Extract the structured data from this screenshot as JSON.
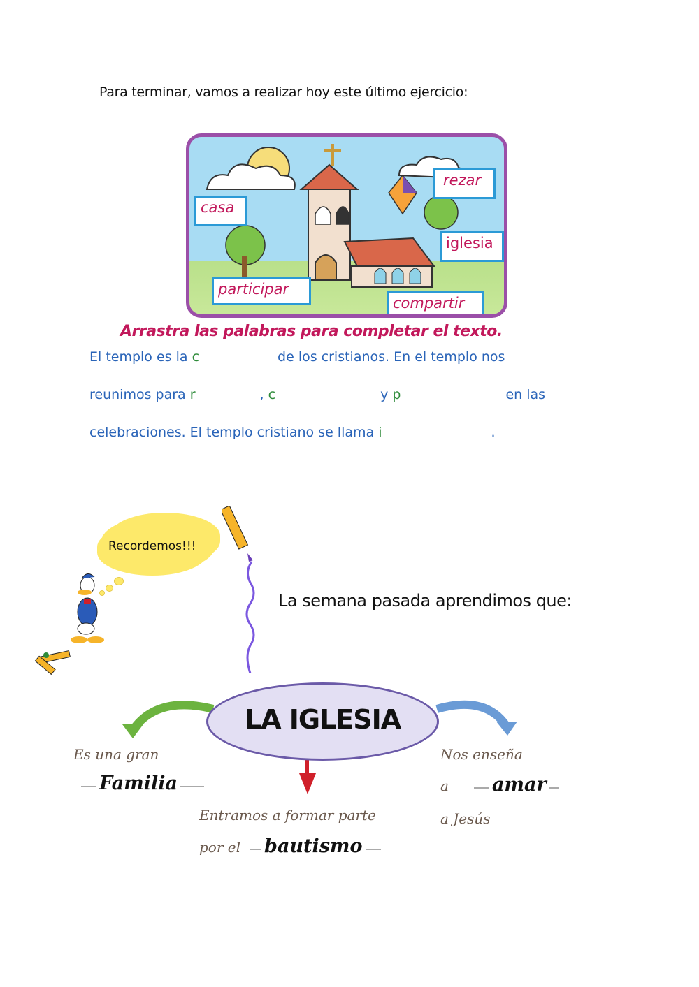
{
  "intro": "Para terminar, vamos a realizar hoy este último ejercicio:",
  "scene": {
    "words": [
      {
        "id": "casa",
        "label": "casa"
      },
      {
        "id": "rezar",
        "label": "rezar"
      },
      {
        "id": "iglesia",
        "label": "iglesia"
      },
      {
        "id": "participar",
        "label": "participar"
      },
      {
        "id": "compartir",
        "label": "compartir"
      }
    ]
  },
  "instruction": "Arrastra las palabras para completar el texto.",
  "fill_text": {
    "line1": {
      "a": "El templo es la ",
      "hint1": "c",
      "b": "de los cristianos.  En el templo nos"
    },
    "line2": {
      "a": "reunimos para ",
      "hint1": "r",
      "b": ", ",
      "hint2": "c",
      "c": "y ",
      "hint3": "p",
      "d": "en las"
    },
    "line3": {
      "a": "celebraciones. El templo cristiano se llama ",
      "hint1": "i",
      "b": "."
    }
  },
  "bubble": "Recordemos!!!",
  "recap_heading": "La semana pasada aprendimos que:",
  "concept_map": {
    "center": "LA IGLESIA",
    "left": {
      "line1": "Es una gran",
      "answer": "Familia"
    },
    "bottom": {
      "line1": "Entramos a formar parte",
      "line2_prefix": "por el",
      "answer": "bautismo"
    },
    "right": {
      "line1": "Nos enseña",
      "line2_prefix": "a",
      "answer": "amar",
      "line3": "a Jesús"
    }
  },
  "colors": {
    "frame": "#9b4fa8",
    "chip_border": "#2b9ad6",
    "chip_text": "#c2185b",
    "body_blue": "#2a64b8",
    "hint_green": "#2e8b3a",
    "arrow_green": "#6cb33f",
    "arrow_blue": "#6a9bd6",
    "arrow_red": "#d0202a"
  }
}
